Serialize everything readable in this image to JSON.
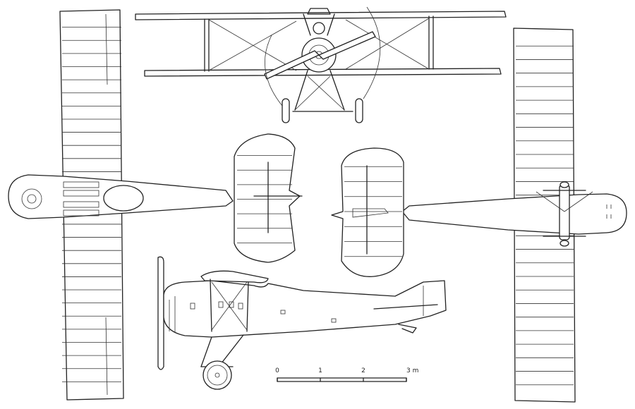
{
  "scale_bar": {
    "ticks": [
      {
        "label": "0",
        "value": 0
      },
      {
        "label": "1",
        "value": 1
      },
      {
        "label": "2",
        "value": 2
      },
      {
        "label": "3 m",
        "value": 3
      }
    ]
  },
  "rib_counts": {
    "plan_left_wing": 28,
    "plan_right_wing": 26,
    "tailplane_rear": 7,
    "tailplane_front": 7
  },
  "colors": {
    "line": "#222222",
    "paper": "#ffffff"
  }
}
